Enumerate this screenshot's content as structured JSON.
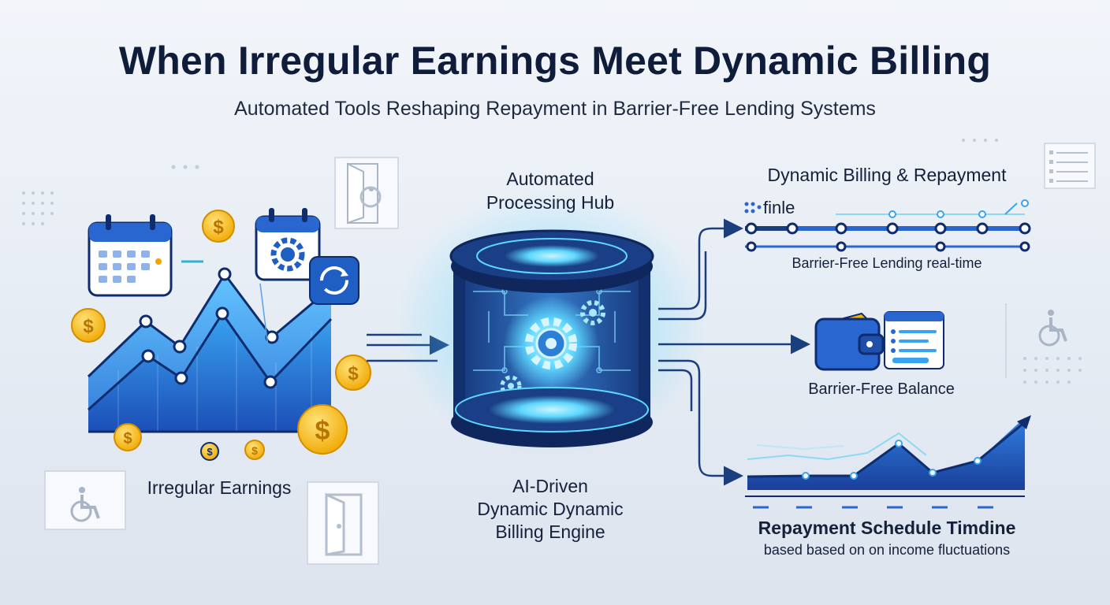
{
  "header": {
    "title": "When Irregular Earnings Meet Dynamic Billing",
    "subtitle": "Automated Tools Reshaping Repayment in Barrier-Free Lending Systems"
  },
  "left": {
    "label": "Irregular Earnings",
    "coin_symbol": "$"
  },
  "center": {
    "hub_label_line1": "Automated",
    "hub_label_line2": "Processing Hub",
    "engine_label_line1": "AI-Driven",
    "engine_label_line2": "Dynamic Dynamic",
    "engine_label_line3": "Billing Engine"
  },
  "right": {
    "billing_title": "Dynamic Billing & Repayment",
    "brand_text": "finle",
    "billing_caption": "Barrier-Free Lending real-time",
    "balance_label": "Barrier-Free Balance",
    "schedule_title": "Repayment Schedule Timdine",
    "schedule_caption": "based based on on income fluctuations"
  },
  "icons": {
    "wheelchair": "wheelchair-icon",
    "door": "door-icon",
    "calendar": "calendar-icon",
    "gear": "gear-icon",
    "coin": "coin-icon",
    "wallet": "wallet-icon",
    "checklist": "checklist-icon"
  },
  "colors": {
    "navy": "#0f1d3a",
    "primary_blue": "#1f5fc4",
    "light_blue": "#3aa3f0",
    "cyan_glow": "#5fd8ff",
    "gold": "#f4b400"
  }
}
